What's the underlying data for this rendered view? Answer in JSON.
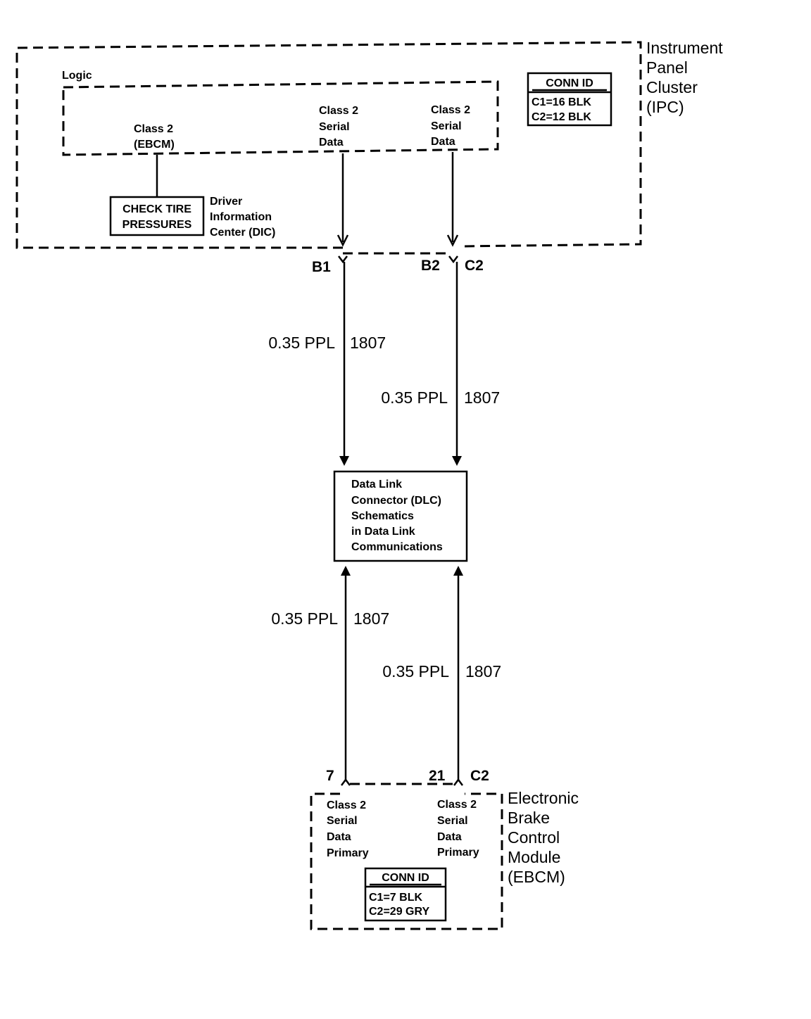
{
  "ipc": {
    "title_lines": [
      "Instrument",
      "Panel",
      "Cluster",
      "(IPC)"
    ],
    "logic_label": "Logic",
    "ebcm_input_lines": [
      "Class 2",
      "(EBCM)"
    ],
    "serial_left_lines": [
      "Class 2",
      "Serial",
      "Data"
    ],
    "serial_right_lines": [
      "Class 2",
      "Serial",
      "Data"
    ],
    "conn_id": {
      "header": "CONN ID",
      "c1": "C1=16 BLK",
      "c2": "C2=12 BLK"
    },
    "dic_box_lines": [
      "CHECK TIRE",
      "PRESSURES"
    ],
    "dic_label_lines": [
      "Driver",
      "Information",
      "Center (DIC)"
    ],
    "pin_left": "B1",
    "pin_right": "B2",
    "connector_right": "C2"
  },
  "wires_upper": [
    {
      "gauge": "0.35 PPL",
      "circuit": "1807"
    },
    {
      "gauge": "0.35 PPL",
      "circuit": "1807"
    }
  ],
  "dlc": {
    "lines": [
      "Data Link",
      "Connector (DLC)",
      "Schematics",
      "in Data Link",
      "Communications"
    ]
  },
  "wires_lower": [
    {
      "gauge": "0.35 PPL",
      "circuit": "1807"
    },
    {
      "gauge": "0.35 PPL",
      "circuit": "1807"
    }
  ],
  "ebcm": {
    "title_lines": [
      "Electronic",
      "Brake",
      "Control",
      "Module",
      "(EBCM)"
    ],
    "pin_left": "7",
    "pin_right": "21",
    "connector_right": "C2",
    "serial_left_lines": [
      "Class 2",
      "Serial",
      "Data",
      "Primary"
    ],
    "serial_right_lines": [
      "Class 2",
      "Serial",
      "Data",
      "Primary"
    ],
    "conn_id": {
      "header": "CONN ID",
      "c1": "C1=7 BLK",
      "c2": "C2=29 GRY"
    }
  }
}
